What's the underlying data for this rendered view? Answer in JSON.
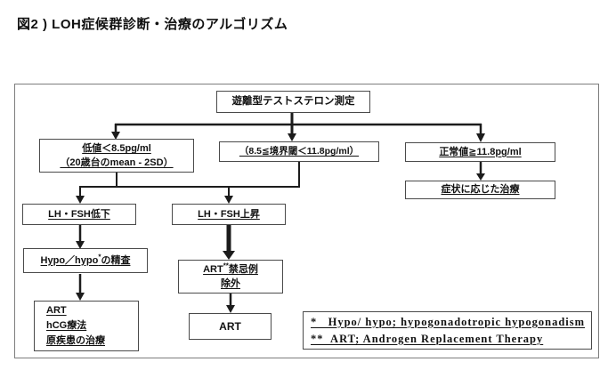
{
  "title": "図2 ) LOH症候群診断・治療のアルゴリズム",
  "nodes": {
    "measure": "遊離型テストステロン測定",
    "low_line1": "低値＜8.5pg/ml",
    "low_line2": "（20歳台のmean - 2SD）",
    "borderline": "（8.5≦境界閾＜11.8pg/ml）",
    "normal": "正常値≧11.8pg/ml",
    "symptom": "症状に応じた治療",
    "lh_low": "LH・FSH低下",
    "lh_high": "LH・FSH上昇",
    "hypo_pre": "Hypo／hypo",
    "hypo_sup": "*",
    "hypo_post": "の精査",
    "contra_pre": "ART",
    "contra_sup": "**",
    "contra_post": "禁忌例",
    "contra_line2": "除外",
    "treat_line1": "ART",
    "treat_line2": "hCG療法",
    "treat_line3": "原疾患の治療",
    "art": "ART"
  },
  "footnote": {
    "line1": "*   Hypo/ hypo; hypogonadotropic hypogonadism",
    "line2": "**  ART; Androgen Replacement Therapy"
  },
  "colors": {
    "box_border": "#4a4a4a",
    "frame_border": "#7d7d7d",
    "line": "#1c1c1c",
    "text": "#111111",
    "background": "#ffffff"
  }
}
